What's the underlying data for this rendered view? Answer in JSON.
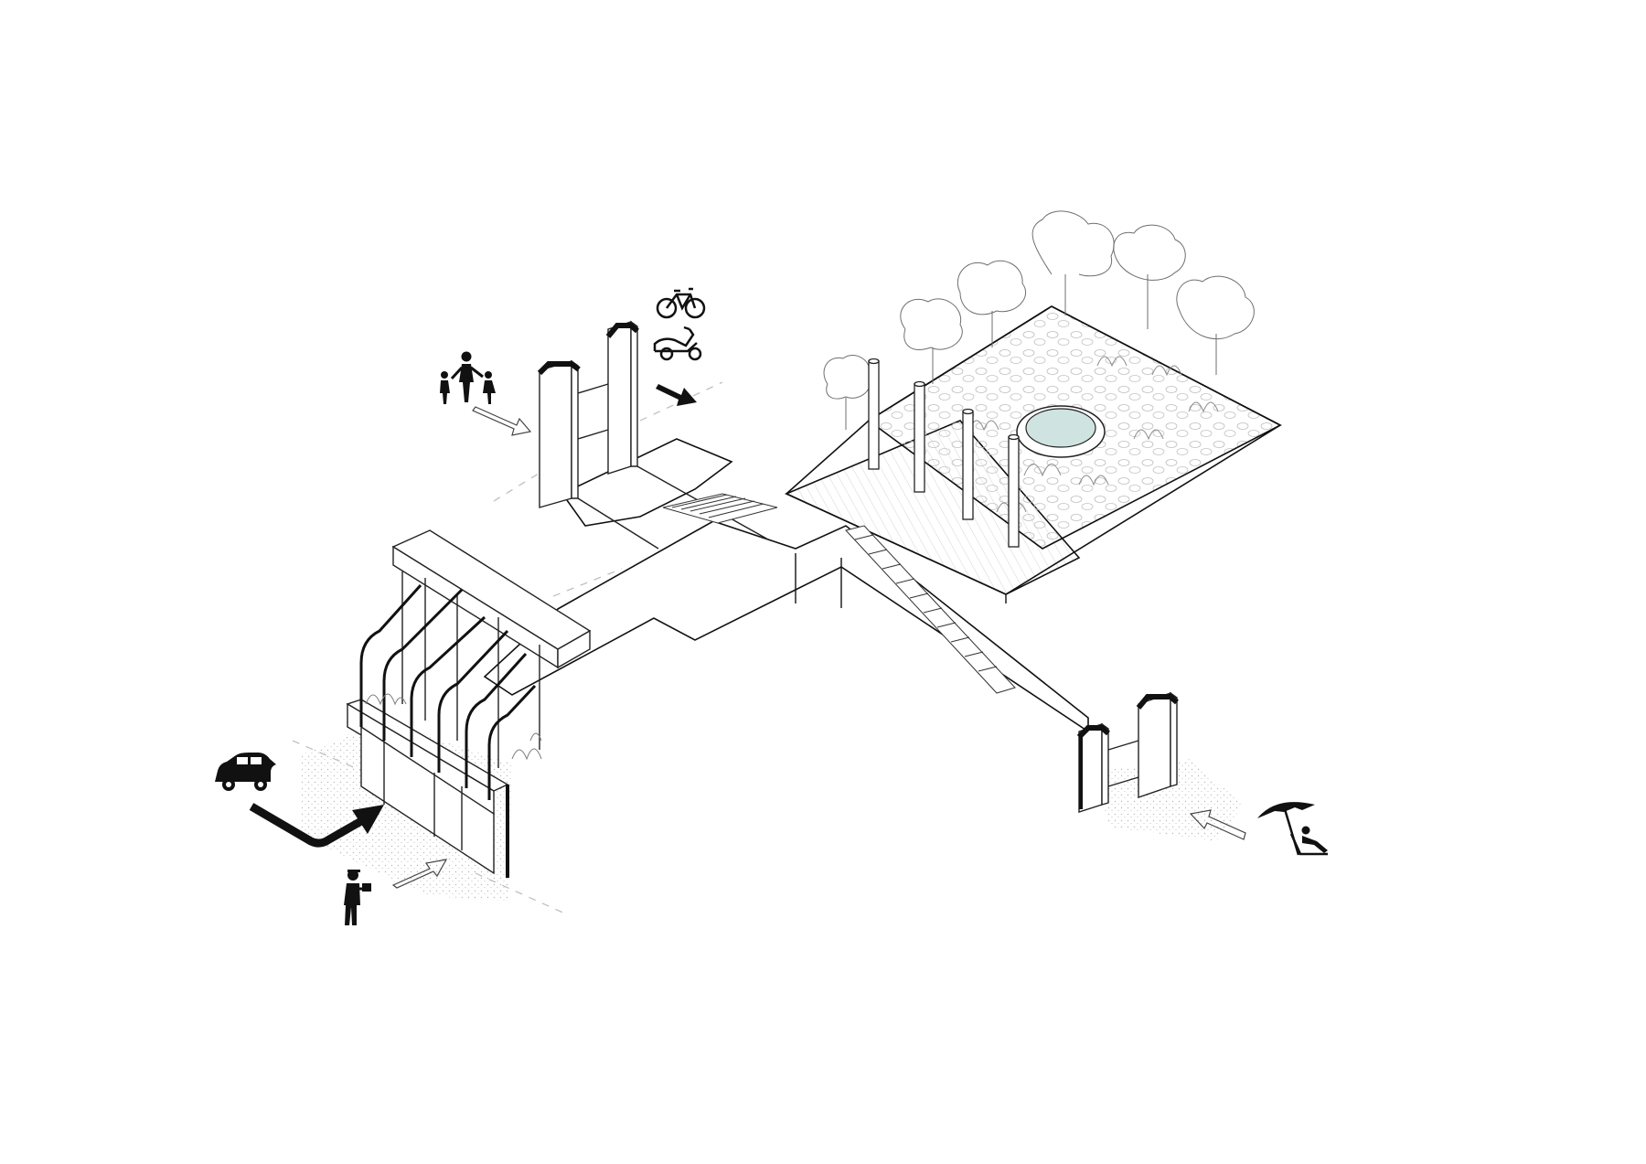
{
  "diagram": {
    "kind": "axonometric-circulation-diagram",
    "text_labels": [],
    "colors": {
      "ink": "#111111",
      "line": "#222222",
      "light_line": "#9a9a9a",
      "pool_water": "#cfe3e1",
      "ground_stipple": "#b8b8b8",
      "foliage": "#6f6f6f",
      "paper": "#ffffff"
    },
    "icons": [
      "family-walking-icon",
      "bicycle-icon",
      "scooter-icon",
      "car-icon",
      "delivery-person-icon",
      "beach-umbrella-lounger-icon"
    ],
    "arrows": [
      {
        "name": "family-entry-arrow",
        "style": "outline"
      },
      {
        "name": "bike-scooter-entry-arrow",
        "style": "solid"
      },
      {
        "name": "car-turn-arrow",
        "style": "solid"
      },
      {
        "name": "delivery-entry-arrow",
        "style": "outline"
      },
      {
        "name": "beach-entry-arrow",
        "style": "outline"
      }
    ],
    "elements": [
      "rear-entrance-gate",
      "front-pergola-volume",
      "cross-walkway-slab",
      "garden-deck-platform",
      "circular-pool",
      "deck-columns",
      "exterior-stair",
      "right-entrance-gate",
      "tree-canopy"
    ]
  }
}
